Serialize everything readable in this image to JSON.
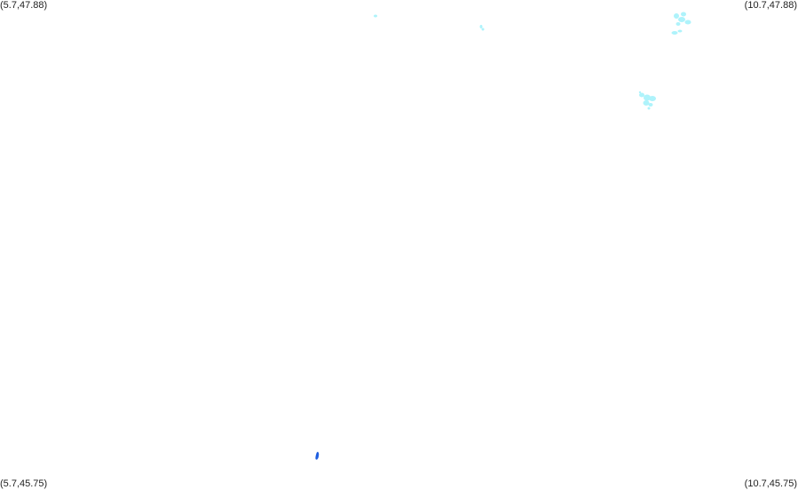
{
  "map": {
    "corners": {
      "top_left": "(5.7,47.88)",
      "top_right": "(10.7,47.88)",
      "bottom_left": "(5.7,45.75)",
      "bottom_right": "(10.7,45.75)"
    },
    "colors": {
      "background": "#ffffff",
      "light_features": "#aef3fb",
      "dark_feature": "#1f5fe0"
    },
    "features": [
      {
        "name": "small-lake-1",
        "lon": 8.05,
        "lat": 47.81,
        "color": "light"
      },
      {
        "name": "small-lake-2",
        "lon": 8.72,
        "lat": 47.77,
        "color": "light"
      },
      {
        "name": "lake-cluster-northeast",
        "lon": 10.0,
        "lat": 47.79,
        "color": "light"
      },
      {
        "name": "lake-cluster-east",
        "lon": 9.78,
        "lat": 47.49,
        "color": "light"
      },
      {
        "name": "lake-south",
        "lon": 7.69,
        "lat": 45.83,
        "color": "dark"
      }
    ]
  }
}
